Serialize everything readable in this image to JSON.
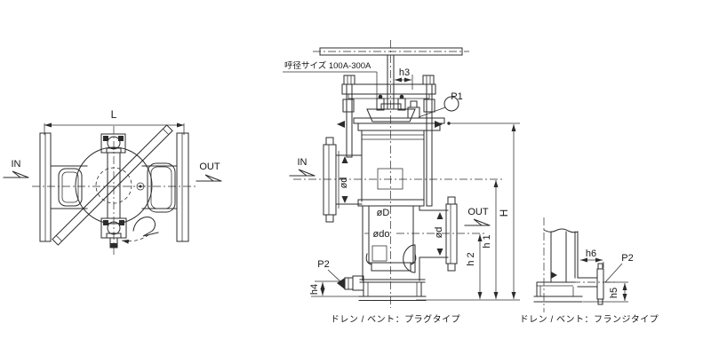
{
  "drawing": {
    "colors": {
      "line": "#2b2b2b",
      "background": "#ffffff"
    },
    "size_note": "呼径サイズ 100A-300A",
    "left_view": {
      "dim_L": "L",
      "in_label": "IN",
      "out_label": "OUT"
    },
    "middle_view": {
      "in_label": "IN",
      "out_label": "OUT",
      "dim_h3": "h3",
      "dim_h4": "h4",
      "dim_H": "H",
      "dim_h1": "h 1",
      "dim_h2": "h 2",
      "phi_d_in": "ød",
      "phi_d_out": "ød",
      "phi_D": "øD",
      "phi_do": "ødo",
      "p1": "P1",
      "p2": "P2",
      "caption": "ドレン / ベント：プラグタイプ"
    },
    "right_view": {
      "dim_h6": "h6",
      "dim_h5": "h5",
      "p2": "P2",
      "caption": "ドレン / ベント：フランジタイプ"
    }
  }
}
